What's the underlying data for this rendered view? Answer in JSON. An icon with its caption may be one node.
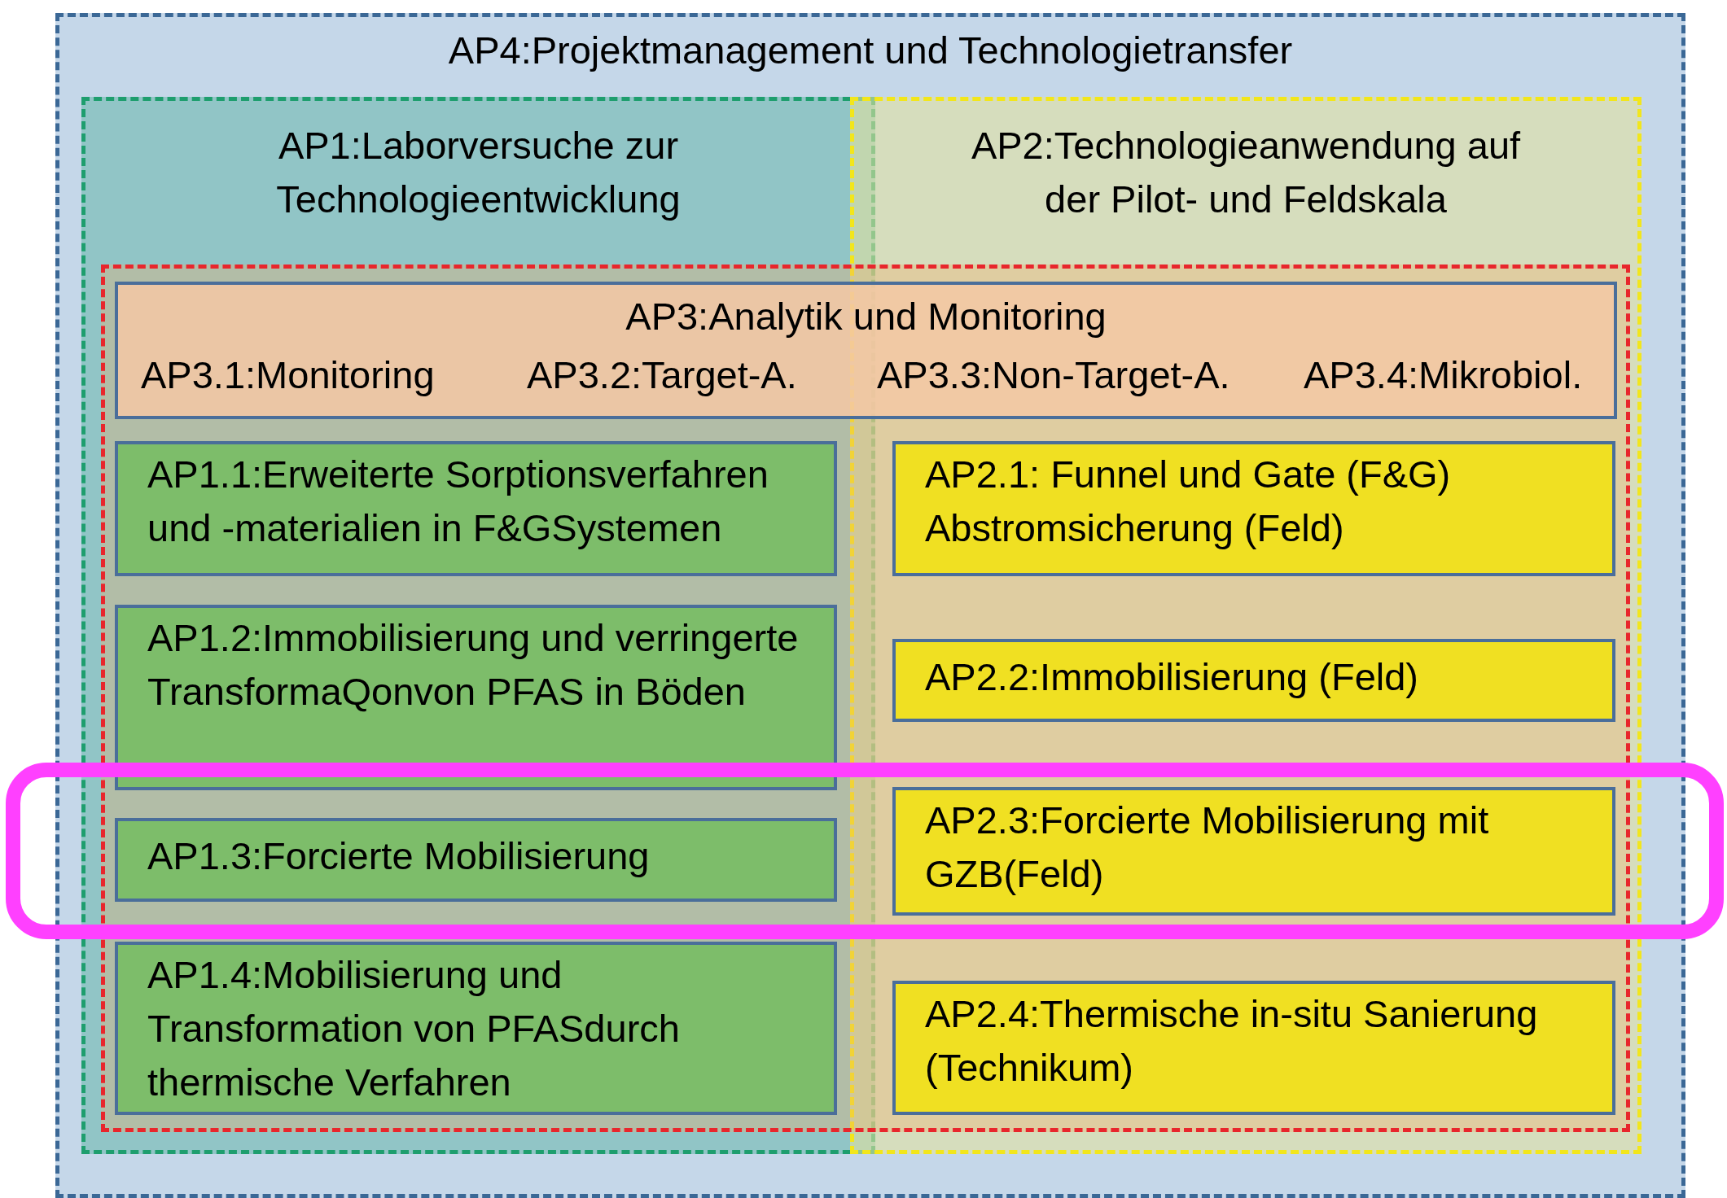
{
  "diagram": {
    "nodes": [
      {
        "text": [
          "AP4:Projektmanagement und Technologietransfer"
        ]
      },
      {
        "text": [
          "AP1:Laborversuche zur Technologieentwicklung"
        ],
        "in": 0
      },
      {
        "text": [
          "AP2:Technologieanwendung auf der Pilot- und Feldskala"
        ],
        "in": 0
      },
      {
        "text": [],
        "shape": "box",
        "in": 0
      },
      {
        "text": [
          "AP3:Analytik und Monitoring",
          "AP3.1:Monitoring",
          "AP3.2:Target-A.",
          "AP3.3:Non-Target-A.",
          "AP3.4:Mikrobiol."
        ],
        "in": 3
      },
      {
        "text": [
          "AP1.1:Erweiterte Sorptionsverfahren und -materialien in F&GSystemen"
        ],
        "in": 1
      },
      {
        "text": [
          "AP1.2:Immobilisierung und verringerte TransformaQonvon PFAS in Böden"
        ],
        "in": 1
      },
      {
        "text": [
          "AP1.3:Forcierte Mobilisierung"
        ],
        "in": 1
      },
      {
        "text": [
          "AP1.4:Mobilisierung und Transformation von PFASdurch thermische Verfahren"
        ],
        "in": 1
      },
      {
        "text": [
          "AP2.1: Funnel und Gate (F&G) Abstromsicherung (Feld)"
        ],
        "in": 2
      },
      {
        "text": [
          "AP2.2:Immobilisierung (Feld)"
        ],
        "in": 2
      },
      {
        "text": [
          "AP2.3:Forcierte Mobilisierung mit GZB(Feld)"
        ],
        "in": 2
      },
      {
        "text": [
          "AP2.4:Thermische in-situ Sanierung (Technikum)"
        ],
        "in": 2
      }
    ],
    "edges": []
  }
}
